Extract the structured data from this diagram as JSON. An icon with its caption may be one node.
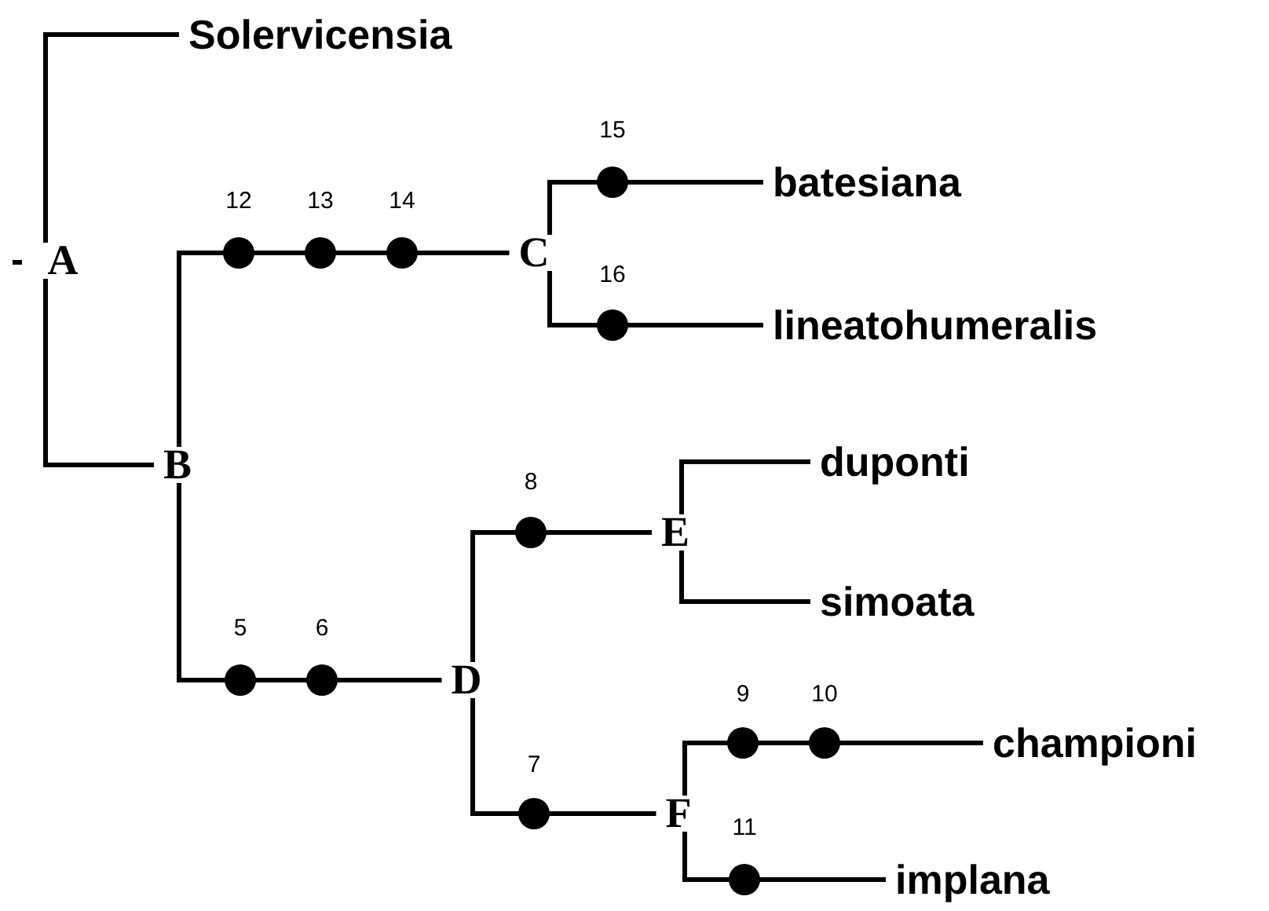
{
  "diagram": {
    "nodes": [
      {
        "text": [
          "Solervicensia"
        ]
      },
      {
        "text": [
          "A"
        ]
      },
      {
        "text": [
          "batesiana"
        ]
      },
      {
        "text": [
          "C"
        ]
      },
      {
        "text": [
          "lineatohumeralis"
        ]
      },
      {
        "text": [
          "B"
        ]
      },
      {
        "text": [
          "duponti"
        ]
      },
      {
        "text": [
          "E"
        ]
      },
      {
        "text": [
          "simoata"
        ]
      },
      {
        "text": [
          "D"
        ]
      },
      {
        "text": [
          "championi"
        ]
      },
      {
        "text": [
          "F"
        ]
      },
      {
        "text": [
          "implana"
        ]
      }
    ],
    "edges": [
      {
        "from": 1,
        "to": 0,
        "arrow": "none"
      },
      {
        "from": 1,
        "to": 5,
        "arrow": "none"
      },
      {
        "from": 5,
        "to": 3,
        "arrow": "none"
      },
      {
        "from": 3,
        "to": 2,
        "arrow": "none"
      },
      {
        "from": 3,
        "to": 4,
        "arrow": "none"
      },
      {
        "from": 5,
        "to": 9,
        "arrow": "none"
      },
      {
        "from": 9,
        "to": 7,
        "arrow": "none"
      },
      {
        "from": 7,
        "to": 6,
        "arrow": "none"
      },
      {
        "from": 7,
        "to": 8,
        "arrow": "none"
      },
      {
        "from": 9,
        "to": 11,
        "arrow": "none"
      },
      {
        "from": 11,
        "to": 10,
        "arrow": "none"
      },
      {
        "from": 11,
        "to": 12,
        "arrow": "none"
      }
    ],
    "labels": [
      "15",
      "12",
      "13",
      "14",
      "16",
      "8",
      "5",
      "6",
      "9",
      "10",
      "7",
      "11"
    ]
  }
}
